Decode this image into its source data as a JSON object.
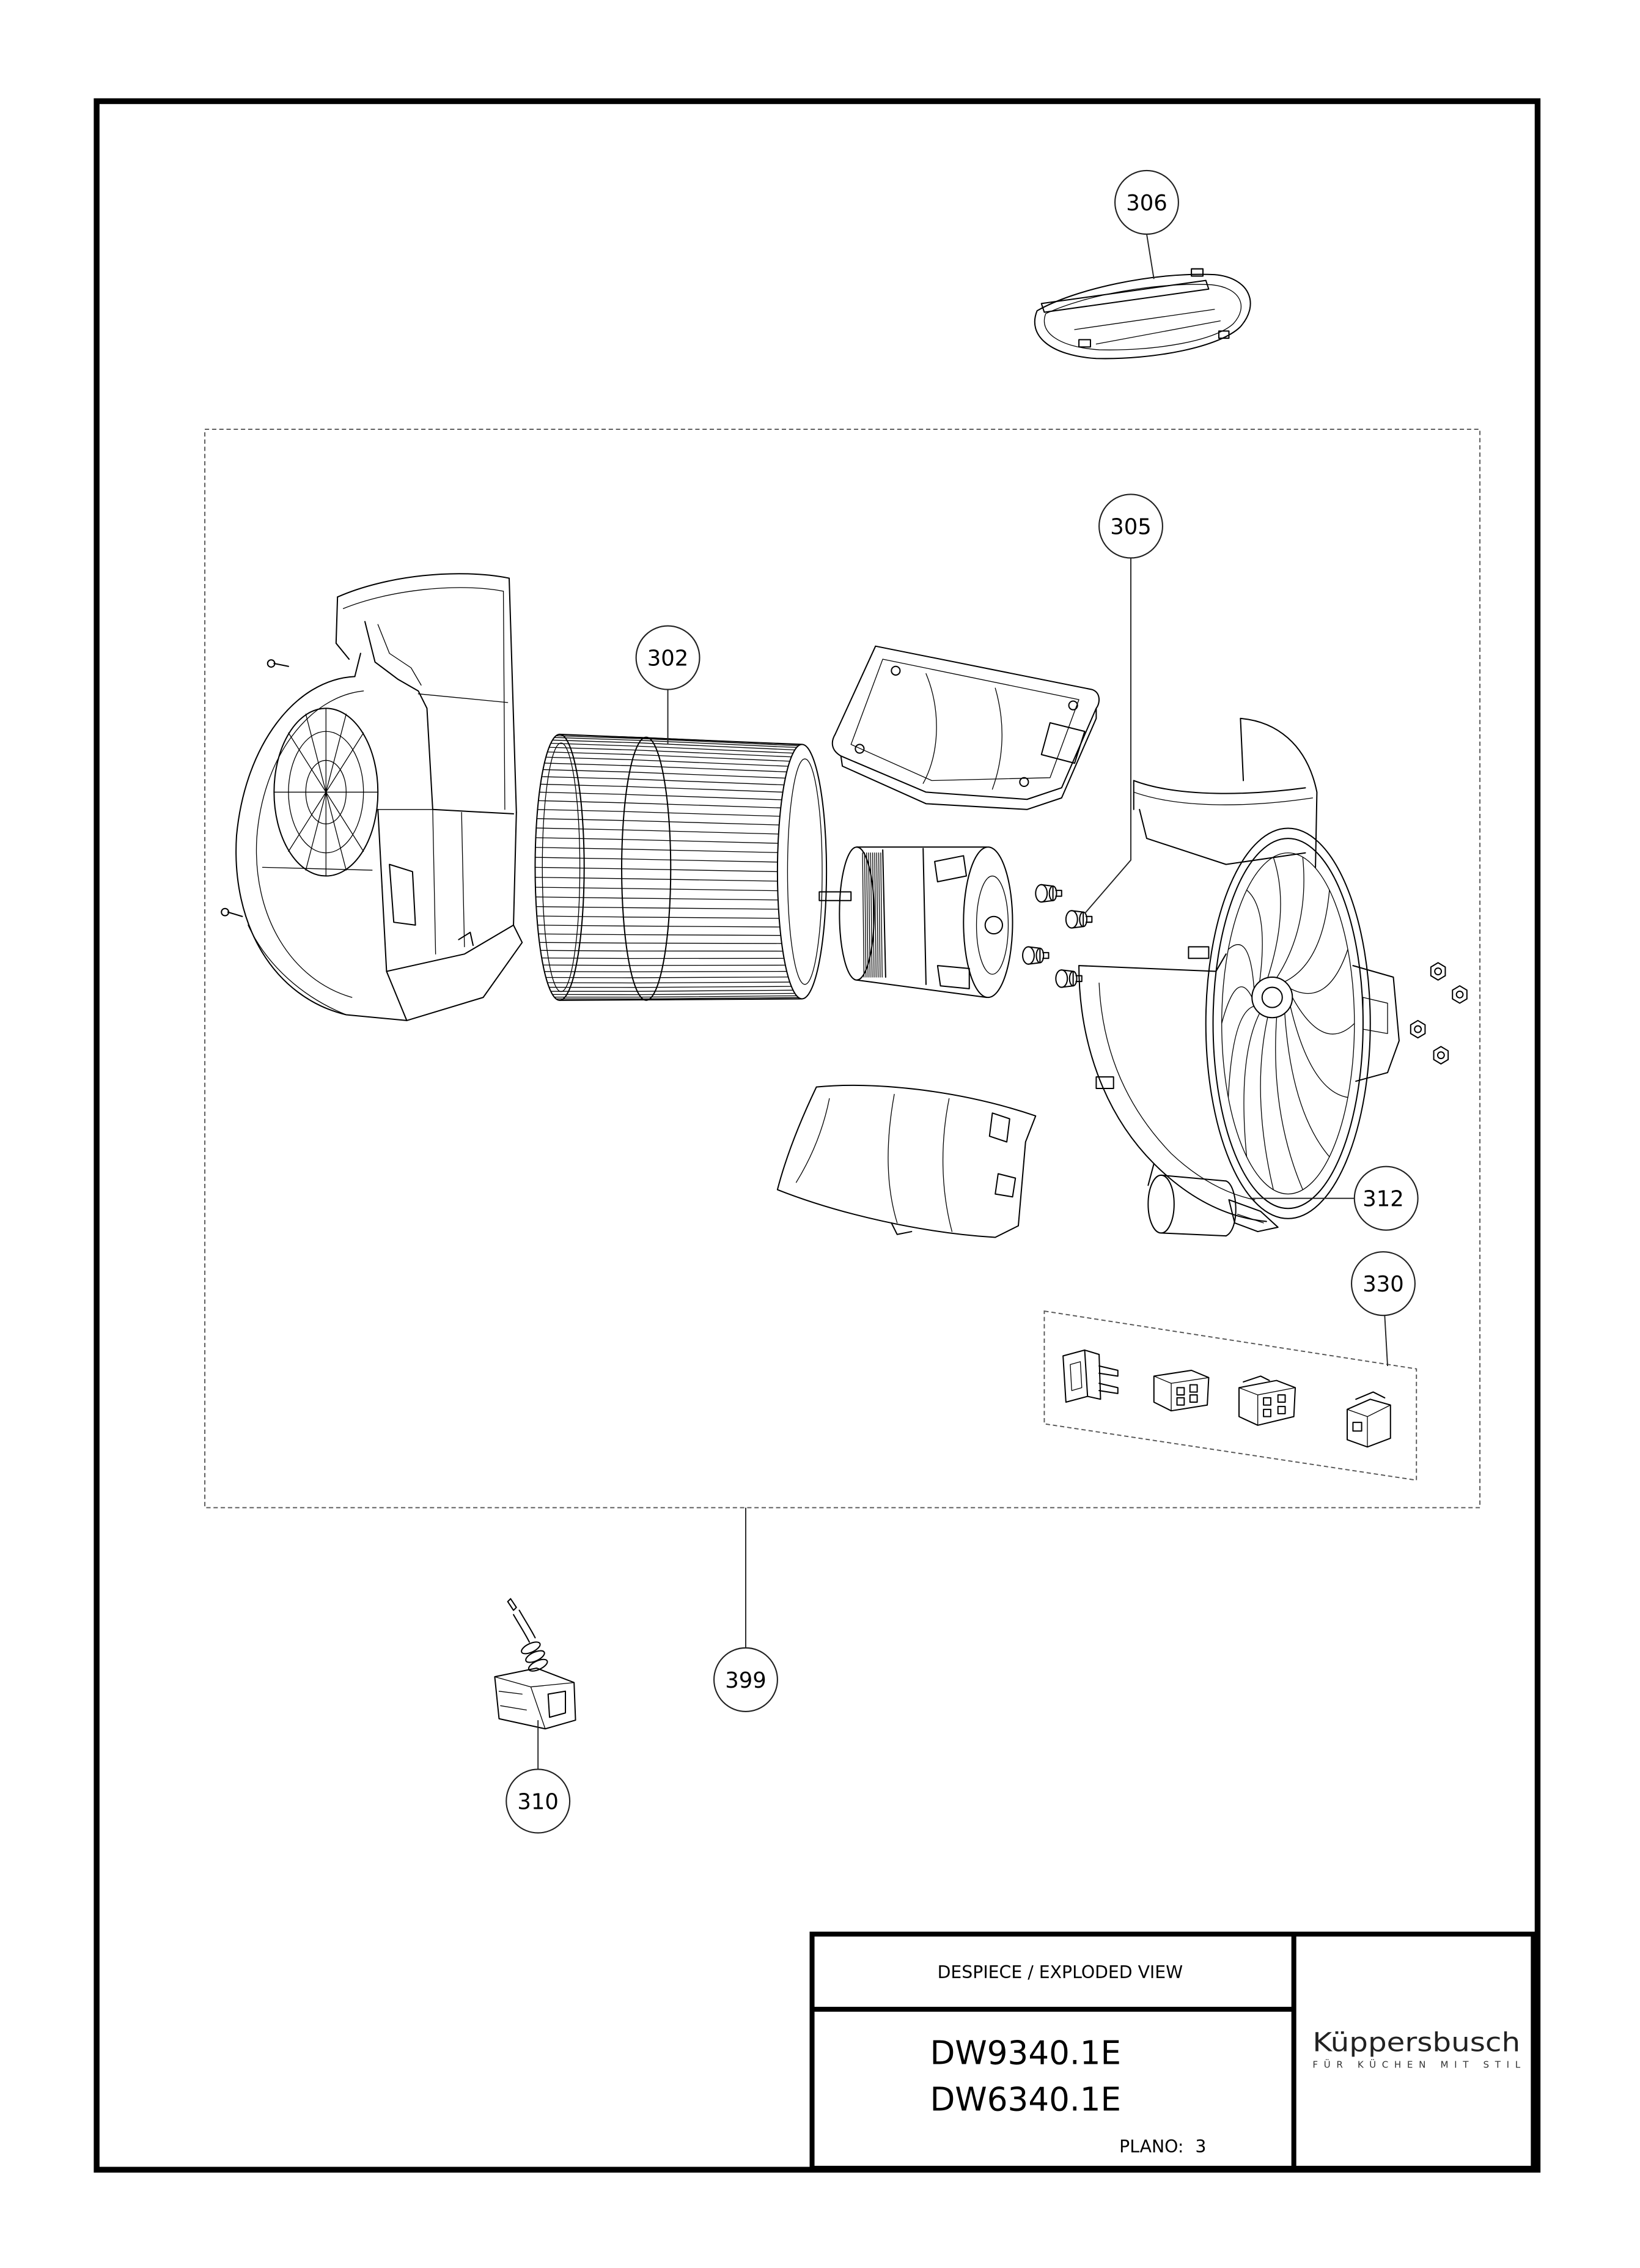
{
  "sheet": {
    "title": "DESPIECE / EXPLODED VIEW",
    "models": [
      "DW9340.1E",
      "DW6340.1E"
    ],
    "plan_label": "PLANO:",
    "plan_number": "3"
  },
  "brand": {
    "name": "Küppersbusch",
    "tagline": "FÜR KÜCHEN MIT STIL"
  },
  "callouts": [
    "306",
    "305",
    "302",
    "312",
    "330",
    "399",
    "310"
  ],
  "colors": {
    "ink": "#000000",
    "paper": "#ffffff"
  }
}
